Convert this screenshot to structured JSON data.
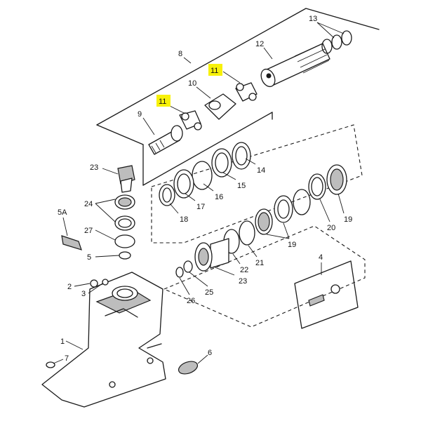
{
  "diagram": {
    "highlight_color": "#f7f10a",
    "callouts": [
      {
        "id": "c1",
        "text": "1"
      },
      {
        "id": "c2",
        "text": "2"
      },
      {
        "id": "c3",
        "text": "3"
      },
      {
        "id": "c4",
        "text": "4"
      },
      {
        "id": "c5",
        "text": "5"
      },
      {
        "id": "c5a",
        "text": "5A"
      },
      {
        "id": "c6",
        "text": "6"
      },
      {
        "id": "c7",
        "text": "7"
      },
      {
        "id": "c8",
        "text": "8"
      },
      {
        "id": "c9",
        "text": "9"
      },
      {
        "id": "c10",
        "text": "10"
      },
      {
        "id": "c11a",
        "text": "11",
        "highlighted": true
      },
      {
        "id": "c11b",
        "text": "11",
        "highlighted": true
      },
      {
        "id": "c12",
        "text": "12"
      },
      {
        "id": "c13",
        "text": "13"
      },
      {
        "id": "c14",
        "text": "14"
      },
      {
        "id": "c15",
        "text": "15"
      },
      {
        "id": "c16",
        "text": "16"
      },
      {
        "id": "c17",
        "text": "17"
      },
      {
        "id": "c18",
        "text": "18"
      },
      {
        "id": "c19a",
        "text": "19"
      },
      {
        "id": "c19b",
        "text": "19"
      },
      {
        "id": "c20",
        "text": "20"
      },
      {
        "id": "c21",
        "text": "21"
      },
      {
        "id": "c22",
        "text": "22"
      },
      {
        "id": "c23a",
        "text": "23"
      },
      {
        "id": "c23b",
        "text": "23"
      },
      {
        "id": "c24",
        "text": "24"
      },
      {
        "id": "c25",
        "text": "25"
      },
      {
        "id": "c26",
        "text": "26"
      },
      {
        "id": "c27",
        "text": "27"
      }
    ]
  }
}
